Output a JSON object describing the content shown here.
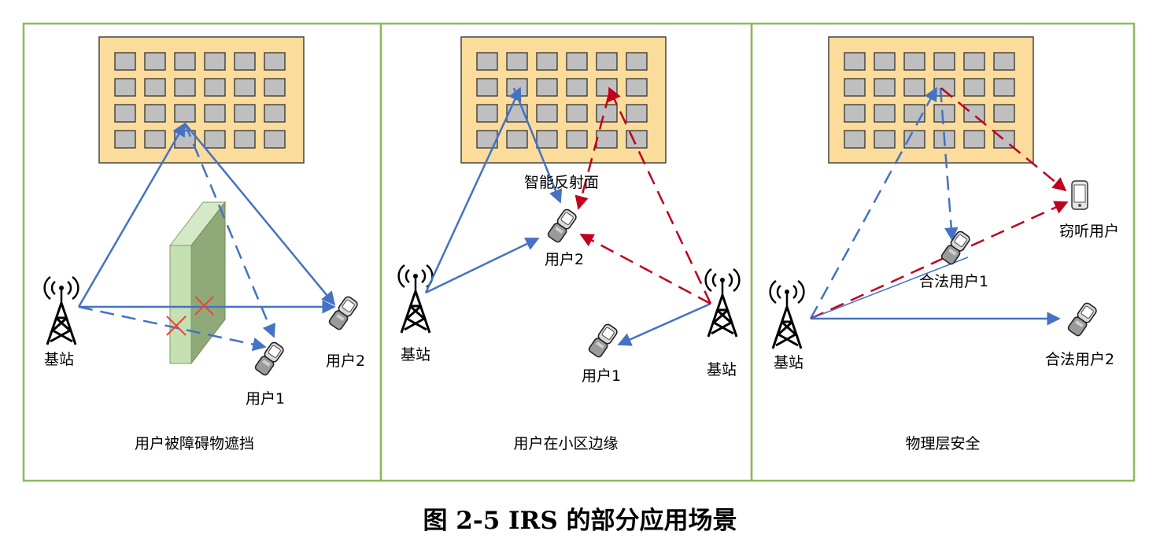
{
  "caption": "图 2-5 IRS 的部分应用场景",
  "colors": {
    "panel_border": "#8bbb5e",
    "building_fill": "#fcdc9a",
    "window_fill": "#bfbfbf",
    "blue_arrow": "#4472c4",
    "red_arrow": "#c0001f",
    "obstacle_front": "#c5e0b3",
    "obstacle_side": "#8faa78"
  },
  "panels": [
    {
      "title": "用户被障碍物遮挡",
      "base_station": "基站",
      "user1": "用户1",
      "user2": "用户2"
    },
    {
      "title": "用户在小区边缘",
      "irs_label": "智能反射面",
      "base_station_left": "基站",
      "base_station_right": "基站",
      "user1": "用户1",
      "user2": "用户2"
    },
    {
      "title": "物理层安全",
      "base_station": "基站",
      "legit_user1": "合法用户1",
      "legit_user2": "合法用户2",
      "eavesdropper": "窃听用户"
    }
  ],
  "icons": [
    "building-icon",
    "cell-tower-icon",
    "mobile-phone-icon",
    "smartphone-icon",
    "obstacle-wall-icon",
    "blocked-x-icon"
  ]
}
